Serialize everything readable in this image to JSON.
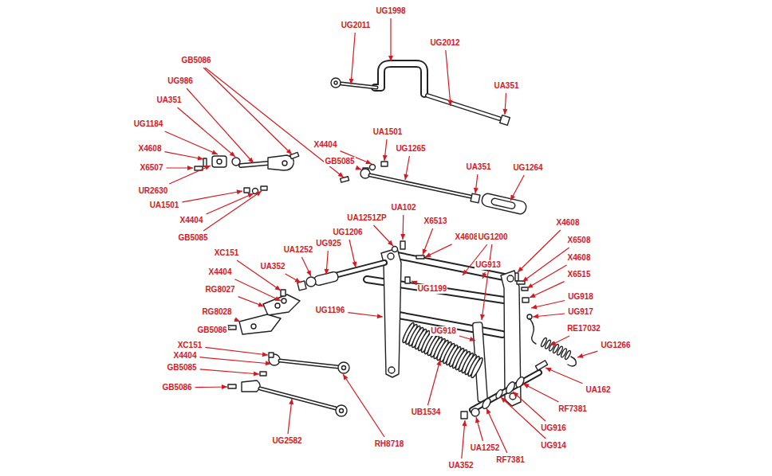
{
  "diagram": {
    "labels": [
      "UG1998",
      "UG2011",
      "UG2012",
      "UA351",
      "GB5086",
      "UG986",
      "UA351",
      "UG1184",
      "X4608",
      "X6507",
      "UR2630",
      "UA1501",
      "X4404",
      "GB5085",
      "X4404",
      "UA1501",
      "GB5085",
      "UG1265",
      "UA351",
      "UG1264",
      "UA102",
      "UA1251ZP",
      "X6513",
      "X4608",
      "UG1200",
      "UG1206",
      "UG925",
      "UA1252",
      "UA352",
      "UG1199",
      "UG913",
      "X4608",
      "X6508",
      "X4608",
      "X6515",
      "UG918",
      "UG917",
      "RE17032",
      "UG1266",
      "UG918",
      "UG1196",
      "UB1534",
      "UA162",
      "RF7381",
      "UG916",
      "UG914",
      "RF7381",
      "UA1252",
      "UA352",
      "XC151",
      "X4404",
      "RG8027",
      "RG8028",
      "GB5086",
      "XC151",
      "X4404",
      "GB5085",
      "GB5086",
      "UG2582",
      "RH8718"
    ]
  }
}
